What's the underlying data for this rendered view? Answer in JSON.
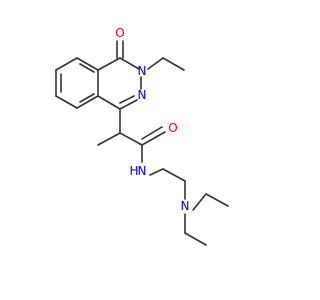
{
  "colors": {
    "background": "#ffffff",
    "bond": "#333333",
    "oxygen": "#ff0000",
    "nitrogen": "#0000ff"
  },
  "atoms": {
    "ring_carbonyl_oxygen": "O",
    "ring_nitrogen_ethyl": "N",
    "ring_nitrogen_imine": "N",
    "amide_oxygen": "O",
    "amide_nitrogen": "N",
    "amide_hydrogen": "H",
    "amine_nitrogen": "N"
  }
}
